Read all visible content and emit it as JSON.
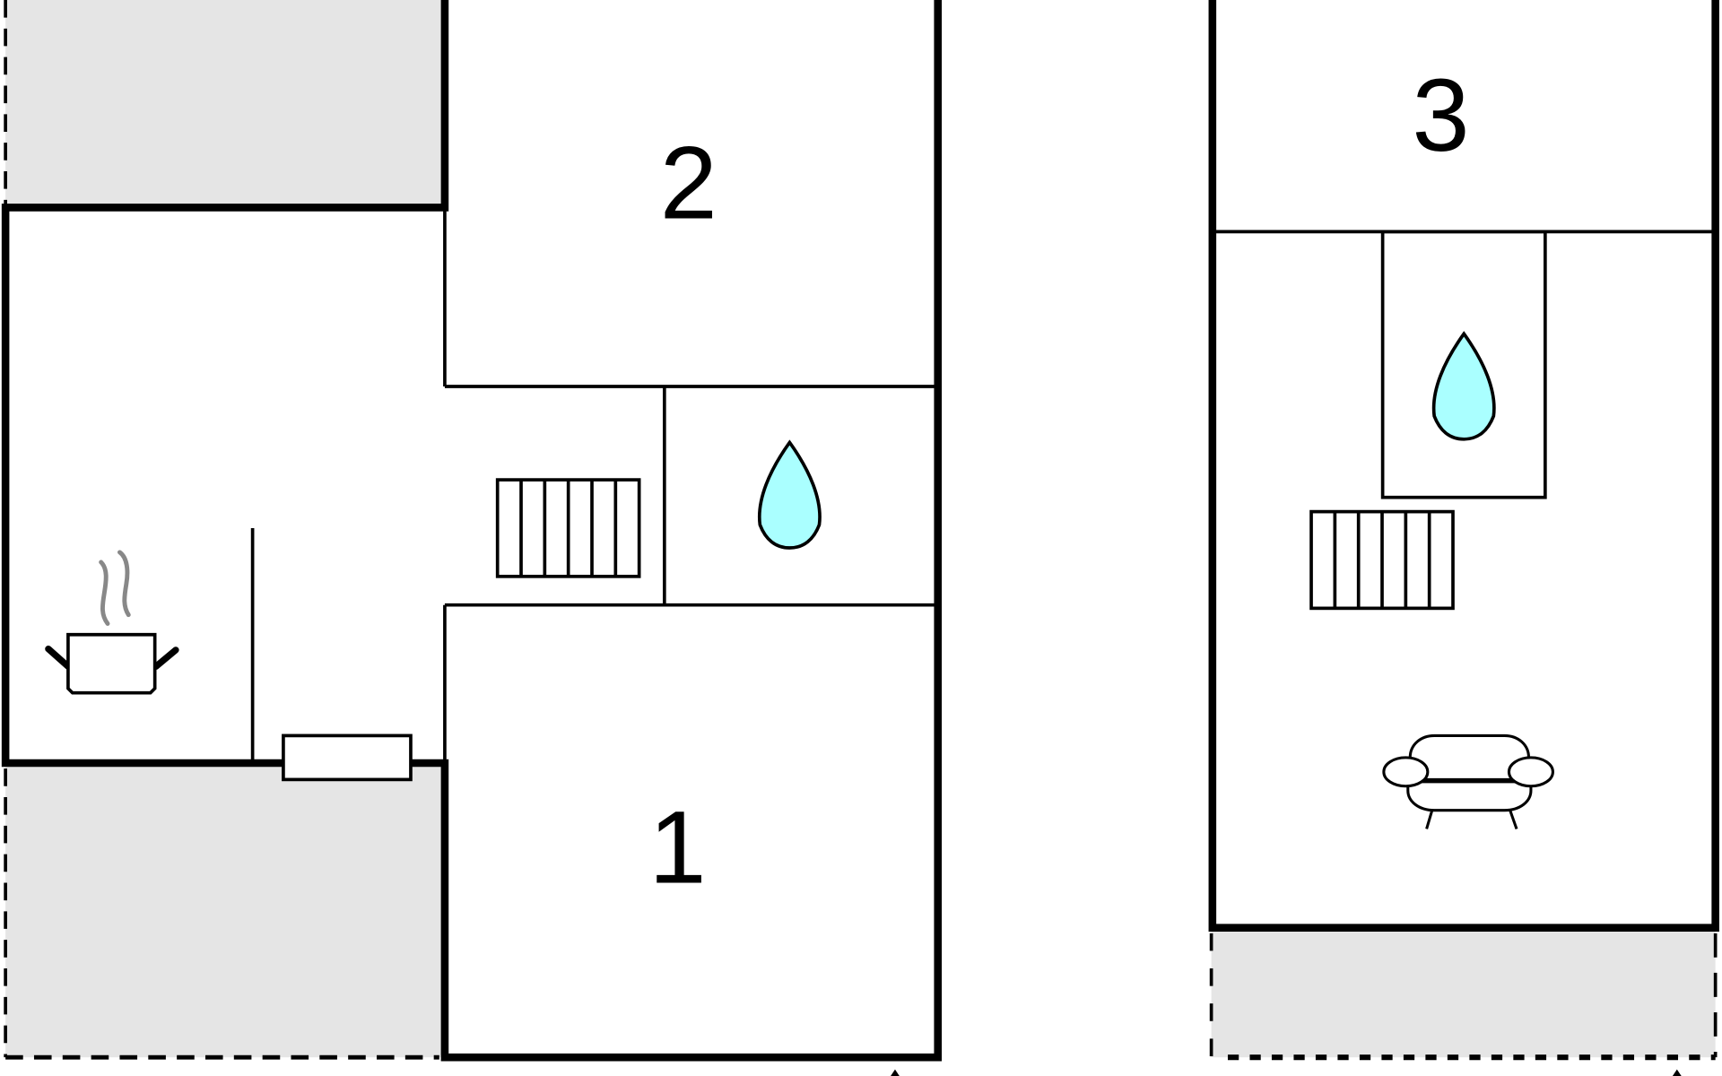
{
  "floorplan": {
    "rooms": [
      {
        "label": "1"
      },
      {
        "label": "2"
      },
      {
        "label": "3"
      }
    ],
    "colors": {
      "wall": "#000000",
      "outdoor": "#e5e5e5",
      "water": "#aaffff",
      "steam": "#888888"
    },
    "icons": [
      "water-drop-icon",
      "radiator-icon",
      "cooking-pot-icon",
      "sofa-icon",
      "counter-icon"
    ]
  }
}
